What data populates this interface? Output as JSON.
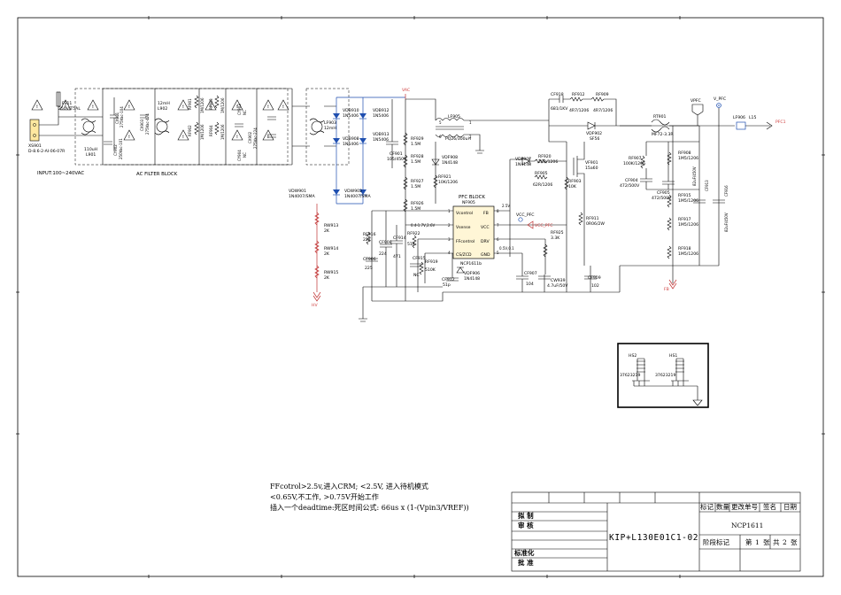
{
  "labels": {
    "fuse": "FS11",
    "fuse_val": "250V/T5AL",
    "connector": "XS901",
    "connector_val": "D-8.6-2-AI-06-07R",
    "input": "INPUT:100~240VAC",
    "ac_filter": "AC FILTER BLOCK",
    "l901": "110uH",
    "l901_ref": "L901",
    "l902": "12mH",
    "l902_ref": "L902",
    "c901": "CX901",
    "c901_val": "275Vac-104",
    "c902": "CY902",
    "c902_val": "250Vac-101",
    "c903": "CX903",
    "c903_val": "275Vac-474",
    "rf901": "RF901",
    "rf901_val": "1M/1206",
    "rf902": "RF902",
    "rf902_val": "1M/1206",
    "rf903": "RF903",
    "rf903_val": "1M/1206",
    "rf904": "RF904",
    "rf904_val": "1M/1206",
    "cy903": "CY903",
    "cy903_val": "NC",
    "cx902": "CX902",
    "cx902_val": "275Vac-224",
    "cy904": "CY904",
    "cy904_val": "NC",
    "lf903": "LF903",
    "lf903_val": "12mH",
    "vdb910": "VDB910",
    "vdb910_val": "1N5406",
    "vdb908": "VDB908",
    "vdb908_val": "1N5406",
    "vdb912": "VDB912",
    "vdb912_val": "1N5406",
    "vdb913": "VDB913",
    "vdb913_val": "1N5406",
    "vdw901": "VDW901",
    "vdw901_val": "1N4007/SMA",
    "vdw902": "VDW902",
    "vdw902_val": "1N4007/SMA",
    "rw913": "RW913",
    "rw913_val": "2K",
    "rw914": "RW914",
    "rw914_val": "2K",
    "rw915": "RW915",
    "rw915_val": "2K",
    "hv": "HV",
    "vac": "VAC",
    "lf905": "LF905",
    "lf905_val": "PQ26/300uH",
    "cf901": "CF901",
    "cf901_val": "105/450V",
    "rf929": "RF929",
    "rf929_val": "1.5M",
    "rf928": "RF928",
    "rf928_val": "1.5M",
    "rf927": "RF927",
    "rf927_val": "1.5M",
    "rf926": "RF926",
    "rf926_val": "1.5M",
    "vdf908": "VDF908",
    "vdf908_val": "1N4148",
    "rf921": "RF921",
    "rf921_val": "10K/1206",
    "pfc_block": "PFC BLOCK",
    "nf905": "NF905",
    "ic_name": "NCP1611b",
    "pin_vcontrol": "Vcontrol",
    "pin_vsense": "Vsense",
    "pin_ffcontrol": "FFcontrol",
    "pin_cszcd": "CS/ZCD",
    "pin_fb": "FB",
    "pin_vcc": "VCC",
    "pin_drv": "DRV",
    "pin_gnd": "GND",
    "pin1": "1",
    "pin2": "2",
    "pin3": "3",
    "pin4": "4",
    "pin5": "5",
    "pin6": "6",
    "pin7": "7",
    "pin8": "8",
    "ic_note": "2.5V",
    "vsense_note": "0.4-1.7V,2.6V",
    "drv_note": "0.5V,0.1",
    "rf916": "RF916",
    "rf916_val": "22K",
    "cf906": "CF906",
    "cf906_val": "225",
    "cf908": "CF908",
    "cf908_val": "224",
    "cf914": "CF914",
    "cf914_val": "471",
    "rf922": "RF922",
    "rf922_val": "51K",
    "cf915": "CF915",
    "cf915_val": "NC",
    "rf919": "RF919",
    "rf919_val": "510K",
    "cf912": "CF912",
    "cf912_val": "51p",
    "vdf906": "VDF906",
    "vdf906_val": "1N4148",
    "vdf907": "VDF907",
    "vdf907_val": "1N4148",
    "rf920": "RF920",
    "rf920_val": "20R/1206",
    "rf905": "RF905",
    "rf905_val": "62R/1206",
    "vf901": "VF901",
    "vf901_val": "15a60",
    "rf903b": "RF903",
    "rf903b_val": "10K",
    "rf911": "RF911",
    "rf911_val": "0R06/2W",
    "rf925": "RF925",
    "rf925_val": "3.3K",
    "vcc_pfc": "VCC_PFC",
    "vcc_pfc_side": "VCC_PFC",
    "cf907": "CF907",
    "cf907_val": "104",
    "cw939": "CW939",
    "cw939_val": "4.7uF/50V",
    "cf909": "CF909",
    "cf909_val": "102",
    "cf918": "CF918",
    "cf918_val": "681/1KV",
    "rf912": "RF912",
    "rf912_val": "4R7/1206",
    "rf909": "RF909",
    "rf909_val": "4R7/1206",
    "vdf902": "VDF902",
    "vdf902_val": "SF56",
    "rt901": "RT901",
    "rt901_val": "MF72-3.3R",
    "vpfc_a": "VPFC",
    "vpfc_b": "V_PFC",
    "lf906": "LF906",
    "l15": "L15",
    "pfc1": "PFC1",
    "rf907": "RF907",
    "rf907_val": "100K/1206",
    "cf904": "CF904",
    "cf904_val": "472/500V",
    "cf905": "CF905",
    "cf905_val": "472/500V",
    "rf908": "RF908",
    "rf908_val": "1M5/1206",
    "rf915": "RF915",
    "rf915_val": "1M5/1206",
    "rf917": "RF917",
    "rf917_val": "1M5/1206",
    "rf918": "RF918",
    "rf918_val": "1M5/1206",
    "cf913": "CF913",
    "cf913_val": "82uF/450V",
    "cf916": "CF916",
    "cf916_val": "82uF/450V",
    "fb": "FB",
    "hs2": "HS2",
    "hs2_val": "37623219",
    "hs1": "HS1",
    "hs1_val": "37623219"
  },
  "notes": [
    "FFcotrol>2.5v,进入CRM; <2.5V, 进入待机模式",
    "<0.65V,不工作, >0.75V开始工作",
    "插入一个deadtime:死区时间公式: 66us x (1-(Vpin3/VREF))"
  ],
  "title_block": {
    "h_mark": "标记",
    "h_qty": "数量",
    "h_change": "更改单号",
    "h_sign": "签名",
    "h_date": "日期",
    "drawn": "拟 制",
    "checked": "审 核",
    "standard": "标准化",
    "approved": "批 准",
    "drawing_no": "KIP+L130E01C1-02",
    "part": "NCP1611",
    "stage": "阶段标记",
    "sheet_pre": "第",
    "sheet_num": "1",
    "sheet_mid": "张",
    "total_pre": "共",
    "total_num": "2",
    "total_post": "张"
  }
}
